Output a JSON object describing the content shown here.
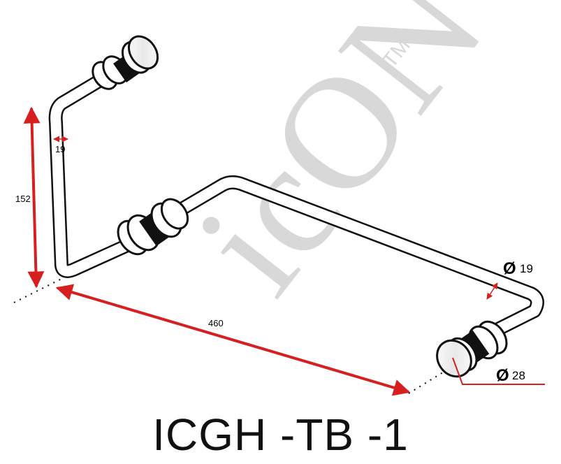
{
  "product_code": "ICGH -TB -1",
  "dimensions": {
    "height": "152",
    "length": "460",
    "tube_width": "19",
    "tube_diameter_symbol": "Ø",
    "tube_diameter_value": "19",
    "mount_diameter_symbol": "Ø",
    "mount_diameter_value": "28"
  },
  "watermark": {
    "text": "icON",
    "trademark": "TM"
  },
  "colors": {
    "dimension_arrow": "#d62020",
    "outline": "#111111",
    "watermark": "#cfcfcf"
  }
}
